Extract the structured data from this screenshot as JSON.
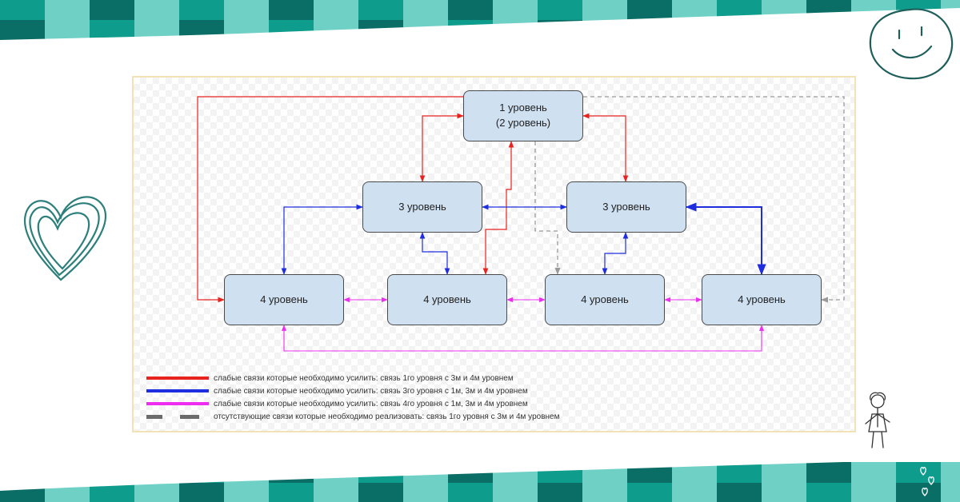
{
  "diagram": {
    "nodes": [
      {
        "id": "n1",
        "label": "1 уровень\n(2 уровень)"
      },
      {
        "id": "n3a",
        "label": "3 уровень"
      },
      {
        "id": "n3b",
        "label": "3 уровень"
      },
      {
        "id": "n4a",
        "label": "4 уровень"
      },
      {
        "id": "n4b",
        "label": "4 уровень"
      },
      {
        "id": "n4c",
        "label": "4 уровень"
      },
      {
        "id": "n4d",
        "label": "4 уровень"
      }
    ],
    "edges": [
      {
        "from": "n1",
        "to": "n3a",
        "type": "red"
      },
      {
        "from": "n1",
        "to": "n3b",
        "type": "red"
      },
      {
        "from": "n1",
        "to": "n4a",
        "type": "red"
      },
      {
        "from": "n1",
        "to": "n4b",
        "type": "red"
      },
      {
        "from": "n1",
        "to": "n4c",
        "type": "gray-dashed"
      },
      {
        "from": "n1",
        "to": "n4d",
        "type": "gray-dashed"
      },
      {
        "from": "n3a",
        "to": "n3b",
        "type": "blue"
      },
      {
        "from": "n3a",
        "to": "n4a",
        "type": "blue"
      },
      {
        "from": "n3a",
        "to": "n4b",
        "type": "blue"
      },
      {
        "from": "n3b",
        "to": "n4c",
        "type": "blue"
      },
      {
        "from": "n3b",
        "to": "n4d",
        "type": "blue"
      },
      {
        "from": "n4a",
        "to": "n4b",
        "type": "magenta"
      },
      {
        "from": "n4b",
        "to": "n4c",
        "type": "magenta"
      },
      {
        "from": "n4c",
        "to": "n4d",
        "type": "magenta"
      },
      {
        "from": "n4a",
        "to": "n4d",
        "type": "magenta"
      }
    ],
    "legend": [
      {
        "style": "red",
        "text": "слабые связи которые необходимо усилить: связь 1го уровня с 3м и 4м уровнем"
      },
      {
        "style": "blue",
        "text": "слабые связи которые необходимо усилить: связь 3го уровня с 1м, 3м и 4м уровнем"
      },
      {
        "style": "magenta",
        "text": "слабые связи которые необходимо усилить: связь 4го уровня с 1м, 3м и 4м уровнем"
      },
      {
        "style": "gray-dashed",
        "text": "отсутствующие связи которые необходимо реализовать: связь 1го уровня с 3м и 4м уровнем"
      }
    ]
  },
  "colors": {
    "red": "#e8231f",
    "blue": "#1f2de0",
    "magenta": "#ee2cf0",
    "gray": "#9a9a9a",
    "legend_gray": "#6b6b6b",
    "teal_dark": "#0e9c8c",
    "teal_light": "#6fd0c6",
    "teal_deep": "#0b6e66",
    "doodle": "#2c7f7a"
  },
  "decorations": [
    "checker-band-top",
    "checker-band-bottom",
    "heart-doodle",
    "smiley-doodle",
    "girl-doodle",
    "small-hearts-doodle"
  ]
}
